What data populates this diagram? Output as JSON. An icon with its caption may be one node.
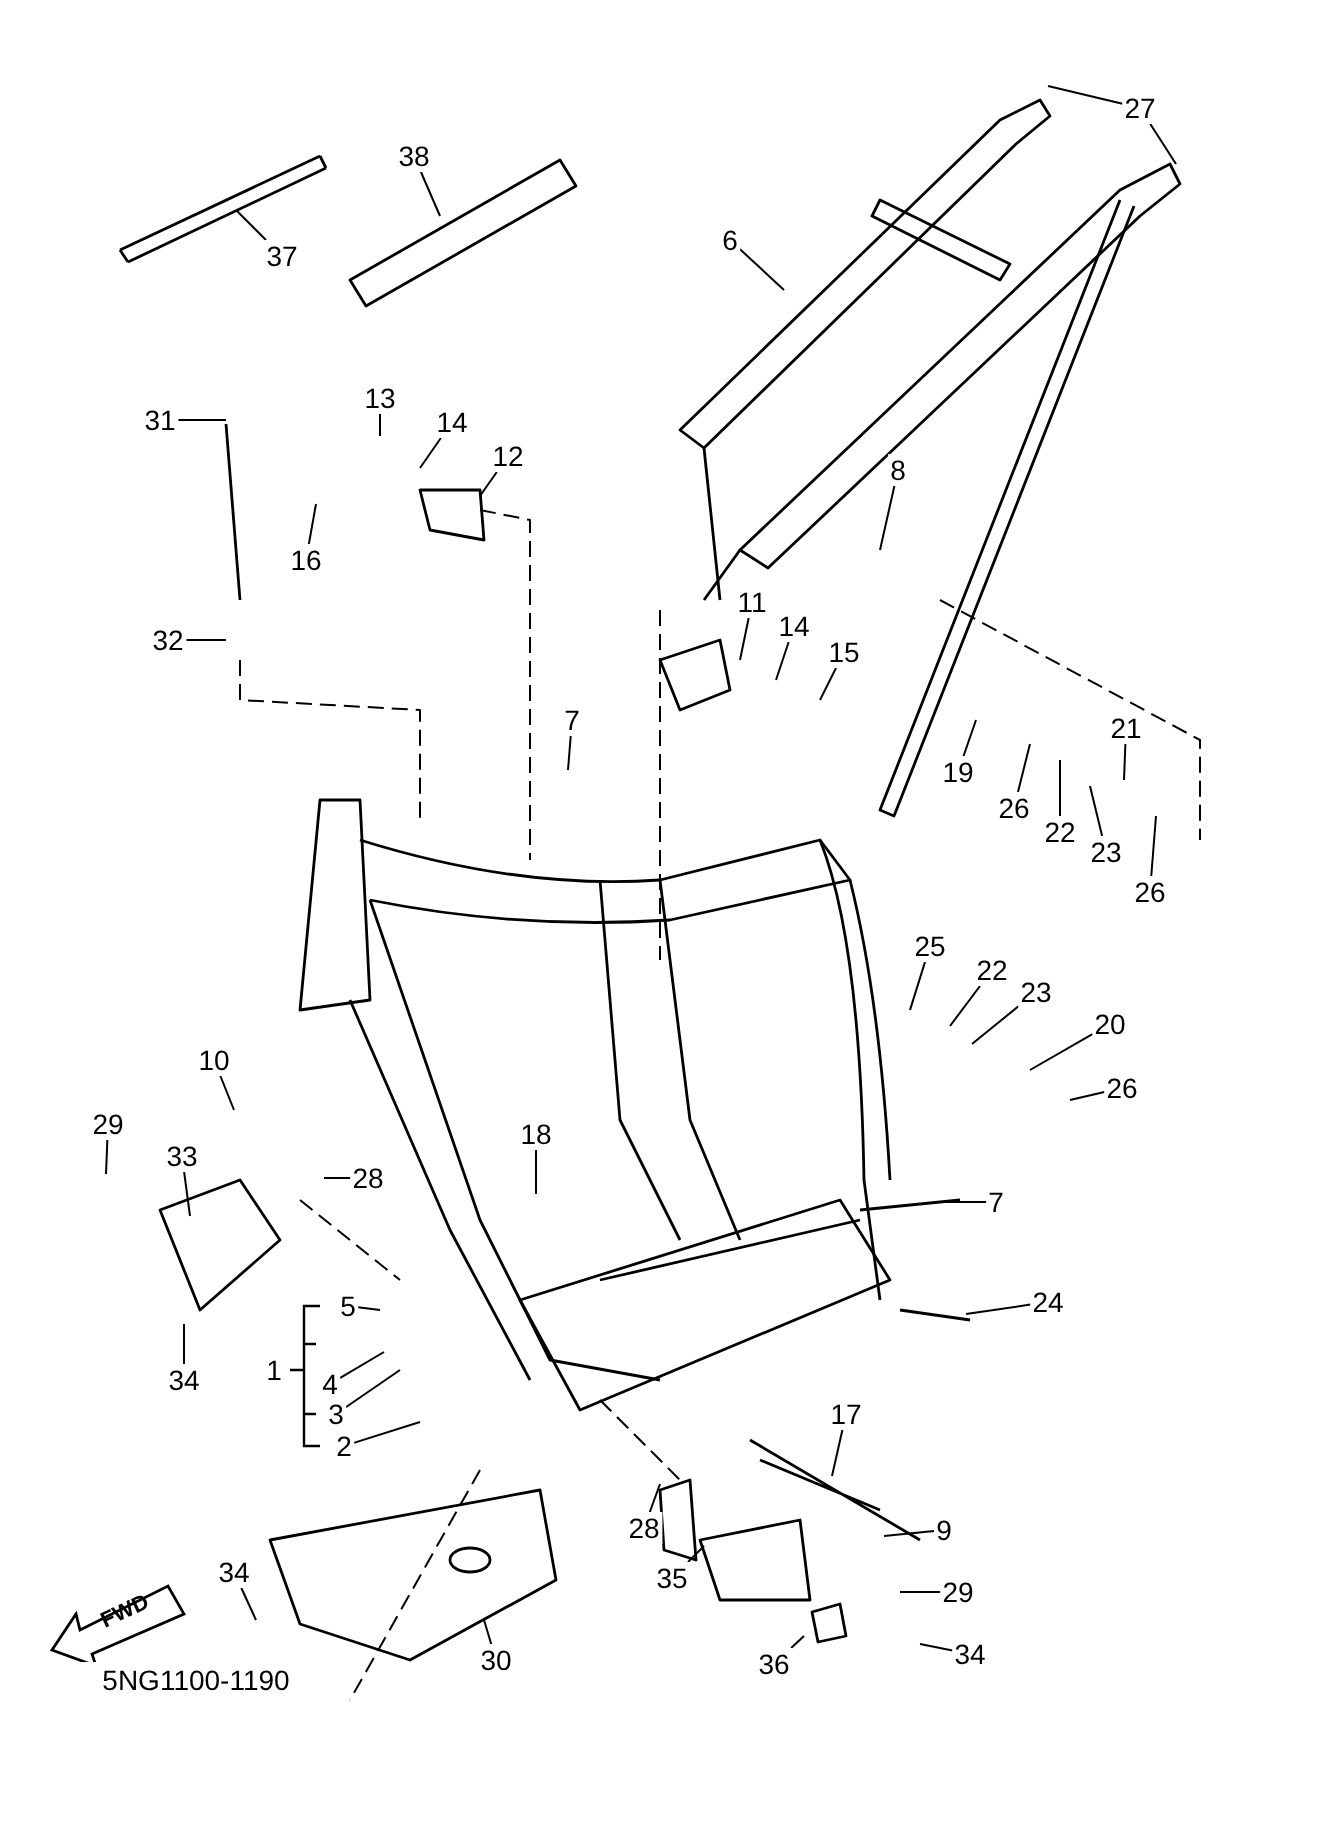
{
  "diagram": {
    "nodes": [
      {
        "text": [
          "27"
        ]
      },
      {
        "text": [
          "6"
        ]
      },
      {
        "text": [
          "38"
        ]
      },
      {
        "text": [
          "37"
        ]
      },
      {
        "text": [
          "31"
        ]
      },
      {
        "text": [
          "13"
        ]
      },
      {
        "text": [
          "14"
        ]
      },
      {
        "text": [
          "12"
        ]
      },
      {
        "text": [
          "16"
        ]
      },
      {
        "text": [
          "8"
        ]
      },
      {
        "text": [
          "32"
        ]
      },
      {
        "text": [
          "11"
        ]
      },
      {
        "text": [
          "14"
        ]
      },
      {
        "text": [
          "15"
        ]
      },
      {
        "text": [
          "7"
        ]
      },
      {
        "text": [
          "19"
        ]
      },
      {
        "text": [
          "26"
        ]
      },
      {
        "text": [
          "22"
        ]
      },
      {
        "text": [
          "23"
        ]
      },
      {
        "text": [
          "21"
        ]
      },
      {
        "text": [
          "26"
        ]
      },
      {
        "text": [
          "25"
        ]
      },
      {
        "text": [
          "22"
        ]
      },
      {
        "text": [
          "23"
        ]
      },
      {
        "text": [
          "20"
        ]
      },
      {
        "text": [
          "26"
        ]
      },
      {
        "text": [
          "10"
        ]
      },
      {
        "text": [
          "29"
        ]
      },
      {
        "text": [
          "33"
        ]
      },
      {
        "text": [
          "28"
        ]
      },
      {
        "text": [
          "18"
        ]
      },
      {
        "text": [
          "7"
        ]
      },
      {
        "text": [
          "5"
        ]
      },
      {
        "text": [
          "4"
        ]
      },
      {
        "text": [
          "3"
        ]
      },
      {
        "text": [
          "2"
        ]
      },
      {
        "text": [
          "34"
        ]
      },
      {
        "text": [
          "24"
        ]
      },
      {
        "text": [
          "17"
        ]
      },
      {
        "text": [
          "9"
        ]
      },
      {
        "text": [
          "28"
        ]
      },
      {
        "text": [
          "35"
        ]
      },
      {
        "text": [
          "29"
        ]
      },
      {
        "text": [
          "34"
        ]
      },
      {
        "text": [
          "30"
        ]
      },
      {
        "text": [
          "36"
        ]
      },
      {
        "text": [
          "34"
        ]
      },
      {
        "text": [
          "FWD"
        ]
      }
    ],
    "edges": [
      {
        "from": 0,
        "to": null,
        "arrow": "none"
      },
      {
        "from": 0,
        "to": null,
        "arrow": "none"
      },
      {
        "from": 1,
        "to": null,
        "arrow": "none"
      },
      {
        "from": 2,
        "to": null,
        "arrow": "none"
      },
      {
        "from": 3,
        "to": null,
        "arrow": "none"
      },
      {
        "from": 4,
        "to": null,
        "arrow": "none"
      },
      {
        "from": 5,
        "to": null,
        "arrow": "none"
      },
      {
        "from": 6,
        "to": null,
        "arrow": "none"
      },
      {
        "from": 7,
        "to": null,
        "arrow": "none"
      },
      {
        "from": 8,
        "to": null,
        "arrow": "none"
      },
      {
        "from": 9,
        "to": null,
        "arrow": "none"
      },
      {
        "from": 10,
        "to": null,
        "arrow": "none"
      },
      {
        "from": 11,
        "to": null,
        "arrow": "none"
      },
      {
        "from": 12,
        "to": null,
        "arrow": "none"
      },
      {
        "from": 13,
        "to": null,
        "arrow": "none"
      },
      {
        "from": 14,
        "to": null,
        "arrow": "none"
      },
      {
        "from": 15,
        "to": null,
        "arrow": "none"
      },
      {
        "from": 16,
        "to": null,
        "arrow": "none"
      },
      {
        "from": 17,
        "to": null,
        "arrow": "none"
      },
      {
        "from": 18,
        "to": null,
        "arrow": "none"
      },
      {
        "from": 19,
        "to": null,
        "arrow": "none"
      },
      {
        "from": 20,
        "to": null,
        "arrow": "none"
      },
      {
        "from": 21,
        "to": null,
        "arrow": "none"
      },
      {
        "from": 22,
        "to": null,
        "arrow": "none"
      },
      {
        "from": 23,
        "to": null,
        "arrow": "none"
      },
      {
        "from": 24,
        "to": null,
        "arrow": "none"
      },
      {
        "from": 25,
        "to": null,
        "arrow": "none"
      },
      {
        "from": 26,
        "to": null,
        "arrow": "none"
      },
      {
        "from": 27,
        "to": null,
        "arrow": "none"
      },
      {
        "from": 28,
        "to": null,
        "arrow": "none"
      },
      {
        "from": 29,
        "to": null,
        "arrow": "none"
      },
      {
        "from": 30,
        "to": null,
        "arrow": "none"
      },
      {
        "from": 31,
        "to": null,
        "arrow": "none"
      },
      {
        "from": 32,
        "to": null,
        "arrow": "none"
      },
      {
        "from": 33,
        "to": null,
        "arrow": "none"
      },
      {
        "from": 34,
        "to": null,
        "arrow": "none"
      },
      {
        "from": 35,
        "to": null,
        "arrow": "none"
      },
      {
        "from": 36,
        "to": null,
        "arrow": "none"
      },
      {
        "from": 37,
        "to": null,
        "arrow": "none"
      },
      {
        "from": 38,
        "to": null,
        "arrow": "none"
      },
      {
        "from": 39,
        "to": null,
        "arrow": "none"
      },
      {
        "from": 40,
        "to": null,
        "arrow": "none"
      },
      {
        "from": 41,
        "to": null,
        "arrow": "none"
      },
      {
        "from": 42,
        "to": null,
        "arrow": "none"
      },
      {
        "from": 43,
        "to": null,
        "arrow": "none"
      },
      {
        "from": 44,
        "to": null,
        "arrow": "none"
      },
      {
        "from": 45,
        "to": null,
        "arrow": "none"
      },
      {
        "from": 46,
        "to": null,
        "arrow": "none"
      }
    ],
    "labels": [
      "1",
      "5NG1100-1190"
    ]
  }
}
